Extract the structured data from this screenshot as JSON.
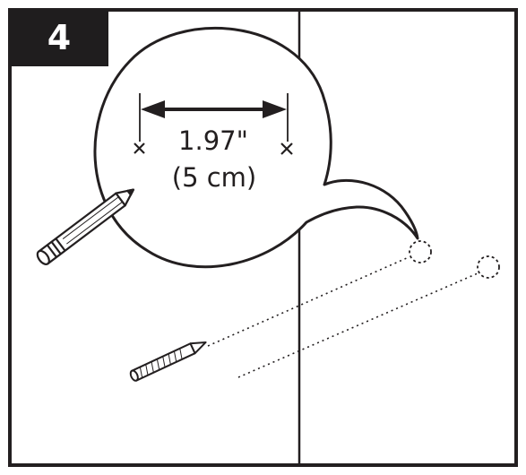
{
  "step": {
    "number": "4"
  },
  "callout": {
    "measurement_imperial": "1.97\"",
    "measurement_metric": "(5 cm)"
  },
  "icons": [
    "pencil-icon",
    "wall-plug-icon",
    "x-mark-icon",
    "drill-hole-icon",
    "dimension-arrow-icon"
  ],
  "colors": {
    "ink": "#231f20",
    "badge": "#1f1d1e",
    "background": "#ffffff"
  }
}
